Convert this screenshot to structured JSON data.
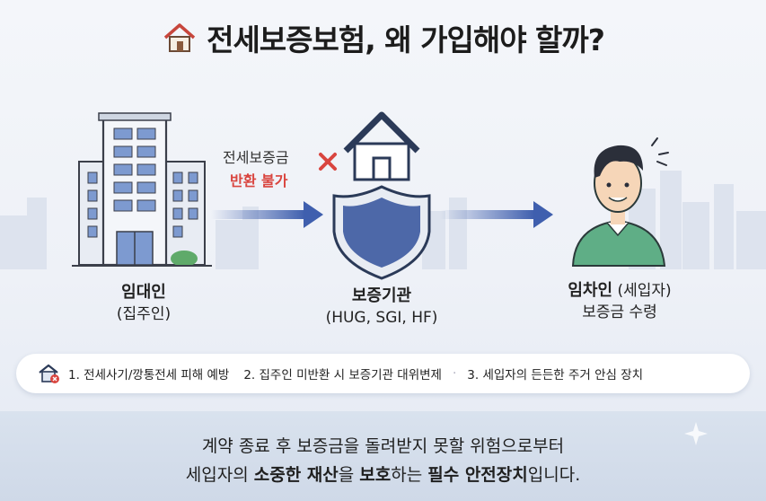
{
  "title": "전세보증보험, 왜 가입해야 할까?",
  "colors": {
    "accent_red": "#d9453f",
    "arrow_blue": "#3f5fae",
    "shield_blue": "#4d68a8",
    "shirt_green": "#5fae86"
  },
  "left_party": {
    "name": "임대인",
    "sub": "(집주인)",
    "icon": "apartment-building-icon"
  },
  "warning": {
    "line1": "전세보증금",
    "line2": "반환 불가",
    "icon": "red-x-icon"
  },
  "center_party": {
    "name": "보증기관",
    "sub": "(HUG, SGI, HF)",
    "icon": "house-shield-icon"
  },
  "right_party": {
    "name": "임차인",
    "name_suffix": " (세입자)",
    "sub": "보증금 수령",
    "icon": "tenant-person-icon"
  },
  "benefits": {
    "icon": "house-alert-icon",
    "items": [
      "1. 전세사기/깡통전세 피해 예방",
      "2. 집주인 미반환 시 보증기관 대위변제",
      "3. 세입자의 든든한 주거 안심 장치"
    ]
  },
  "footer": {
    "line1": "계약 종료 후 보증금을 돌려받지 못할 위험으로부터",
    "line2_parts": [
      "세입자의 ",
      "소중한 재산",
      "을 ",
      "보호",
      "하는 ",
      "필수 안전장치",
      "입니다."
    ]
  }
}
